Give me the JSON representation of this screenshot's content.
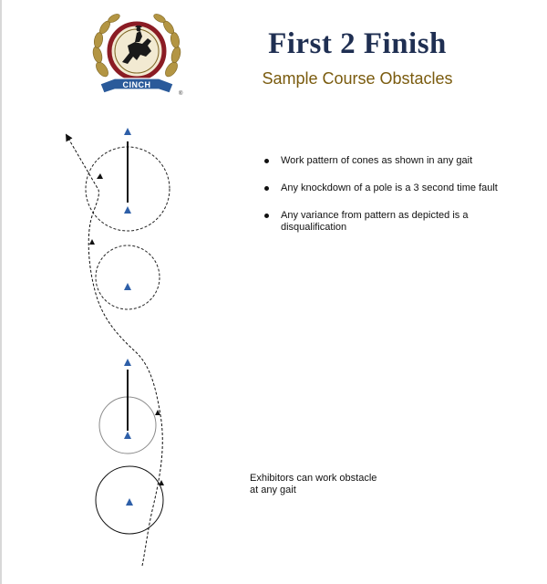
{
  "header": {
    "logo": {
      "brand_text": "CINCH",
      "registered_mark": "®"
    },
    "title": "First 2 Finish",
    "subtitle": "Sample Course Obstacles"
  },
  "rules": [
    "Work pattern of cones as shown in any gait",
    "Any knockdown of a pole is a 3 second time fault",
    "Any variance from pattern as depicted is a disqualification"
  ],
  "note": "Exhibitors can work obstacle at any gait",
  "colors": {
    "title": "#1f2f52",
    "subtitle": "#7a5b0e",
    "cone": "#2e5fa8",
    "logo_red": "#8b1c24",
    "logo_gold": "#a8893a"
  }
}
